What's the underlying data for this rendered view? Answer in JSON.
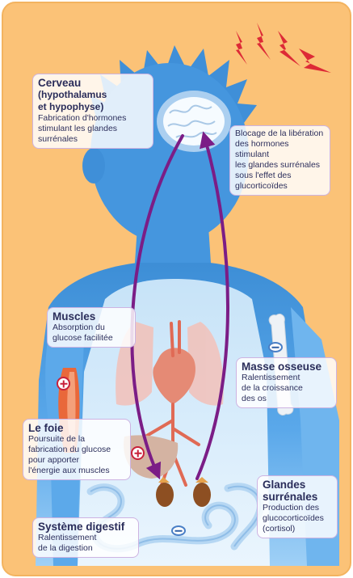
{
  "labels": {
    "cerveau": {
      "title": "Cerveau",
      "subtitle_line1": "(hypothalamus",
      "subtitle_line2": "et hypophyse)",
      "text_line1": "Fabrication d'hormones",
      "text_line2": "stimulant les glandes",
      "text_line3": "surrénales"
    },
    "blocage": {
      "text_line1": "Blocage de la libération",
      "text_line2": "des hormones stimulant",
      "text_line3": "les glandes surrénales",
      "text_line4": "sous l'effet des",
      "text_line5": "glucorticoïdes"
    },
    "muscles": {
      "title": "Muscles",
      "text_line1": "Absorption du",
      "text_line2": "glucose facilitée"
    },
    "masse_osseuse": {
      "title": "Masse osseuse",
      "text_line1": "Ralentissement",
      "text_line2": "de la croissance",
      "text_line3": "des os"
    },
    "foie": {
      "title": "Le foie",
      "text_line1": "Poursuite de la",
      "text_line2": "fabrication du glucose",
      "text_line3": "pour apporter",
      "text_line4": "l'énergie aux muscles"
    },
    "glandes": {
      "title_line1": "Glandes",
      "title_line2": "surrénales",
      "text_line1": "Production des",
      "text_line2": "glucocorticoïdes",
      "text_line3": "(cortisol)"
    },
    "digestif": {
      "title": "Système digestif",
      "text_line1": "Ralentissement",
      "text_line2": "de la digestion"
    }
  },
  "colors": {
    "background": "#fbc277",
    "silhouette": "#4b9be0",
    "arrow": "#7b1d86",
    "stress_bolt": "#dd2a36",
    "plus_sign": "#c8213b",
    "minus_sign": "#2f5fa6"
  }
}
